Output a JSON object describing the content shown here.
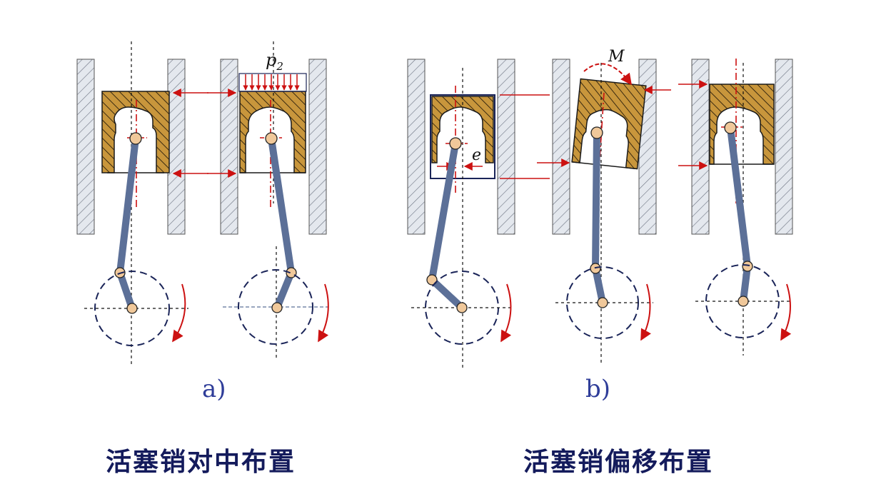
{
  "labels": {
    "p2": "p",
    "p2_sub": "2",
    "e": "e",
    "M": "M"
  },
  "sub_labels": {
    "a": "a)",
    "b": "b)"
  },
  "captions": {
    "left": "活塞销对中布置",
    "right": "活塞销偏移布置"
  },
  "colors": {
    "wall_fill": "#e4e8ee",
    "piston_fill": "#c8963c",
    "rod": "#5c7098",
    "force_arrow": "#cc1111",
    "centerline": "#cc1111",
    "crank_circle": "#1a2458",
    "pin_fill": "#f0c89a",
    "caption_text": "#141b5c"
  }
}
